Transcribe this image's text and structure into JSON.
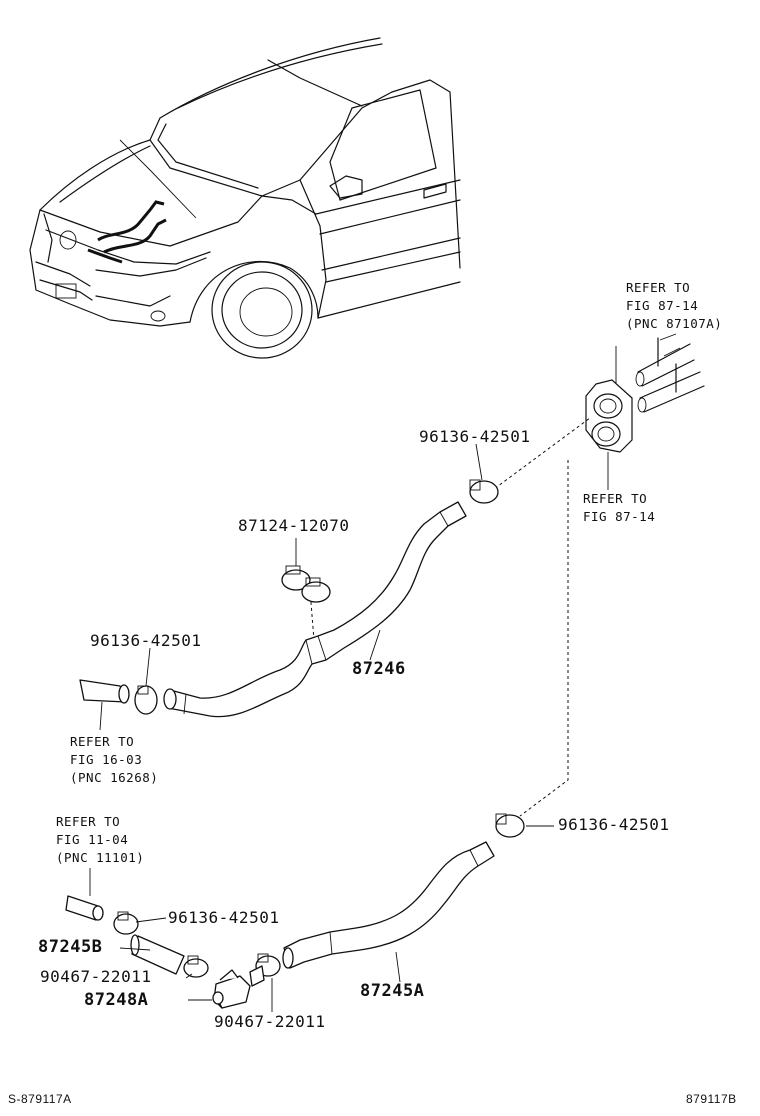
{
  "labels": {
    "ref_87_14_top": {
      "line1": "REFER TO",
      "line2": "FIG 87-14",
      "line3": "(PNC 87107A)"
    },
    "ref_87_14_mid": {
      "line1": "REFER TO",
      "line2": "FIG 87-14"
    },
    "ref_16_03": {
      "line1": "REFER TO",
      "line2": "FIG 16-03",
      "line3": "(PNC 16268)"
    },
    "ref_11_04": {
      "line1": "REFER TO",
      "line2": "FIG 11-04",
      "line3": "(PNC 11101)"
    },
    "part_96136_top": "96136-42501",
    "part_87124": "87124-12070",
    "part_96136_left": "96136-42501",
    "part_87246": "87246",
    "part_96136_right": "96136-42501",
    "part_96136_lower": "96136-42501",
    "part_87245B": "87245B",
    "part_90467_a": "90467-22011",
    "part_87248A": "87248A",
    "part_90467_b": "90467-22011",
    "part_87245A": "87245A"
  },
  "footer": {
    "left": "S-879117A",
    "right": "879117B"
  }
}
